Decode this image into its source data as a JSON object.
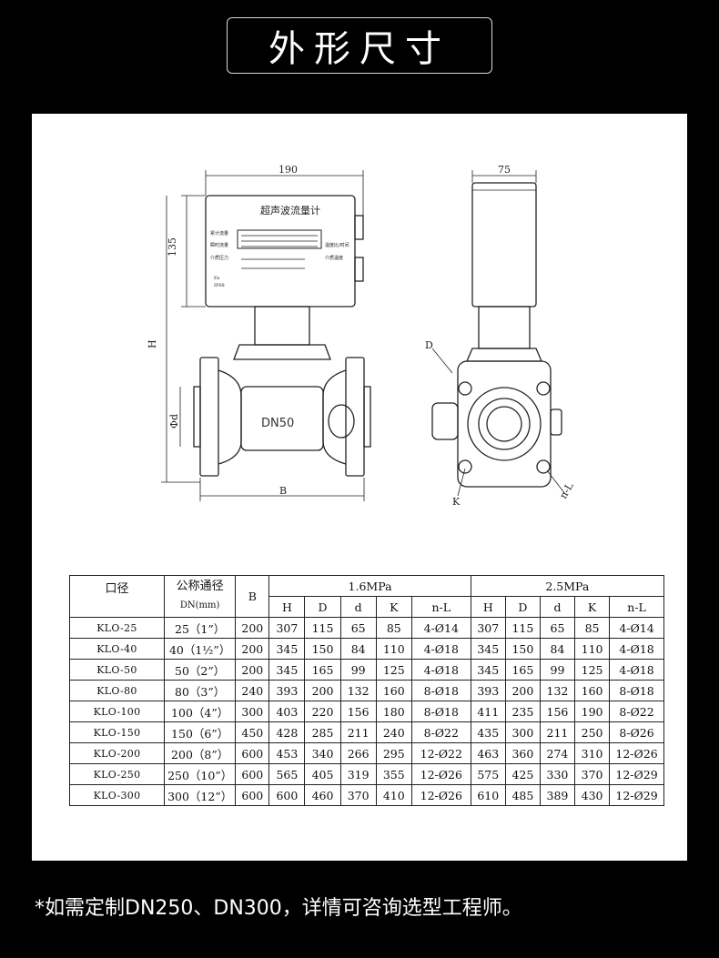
{
  "header": {
    "title": "外形尺寸"
  },
  "drawing": {
    "front": {
      "dim_width": "190",
      "dim_height_head": "135",
      "dim_h": "H",
      "dim_d": "Φd",
      "dim_b": "B",
      "device_title": "超声波流量计",
      "body_marking": "DN50",
      "lcd_label_1": "累计流量",
      "lcd_label_2": "瞬时流量",
      "lcd_label_3": "介质压力",
      "lcd_right_1": "温度比/时间",
      "lcd_right_2": "介质温度",
      "ex_mark": "Ex",
      "ip_mark": "IP68"
    },
    "side": {
      "dim_width": "75",
      "label_d": "D",
      "label_k": "K",
      "label_nl": "n-L"
    }
  },
  "table": {
    "header": {
      "caliber": "口径",
      "nominal_line1": "公称通径",
      "nominal_line2": "DN(mm)",
      "b": "B",
      "pressure_1": "1.6MPa",
      "pressure_2": "2.5MPa",
      "sub": [
        "H",
        "D",
        "d",
        "K",
        "n-L",
        "H",
        "D",
        "d",
        "K",
        "n-L"
      ]
    },
    "rows": [
      [
        "KLO-25",
        "25（1”）",
        "200",
        "307",
        "115",
        "65",
        "85",
        "4-Ø14",
        "307",
        "115",
        "65",
        "85",
        "4-Ø14"
      ],
      [
        "KLO-40",
        "40（1½”）",
        "200",
        "345",
        "150",
        "84",
        "110",
        "4-Ø18",
        "345",
        "150",
        "84",
        "110",
        "4-Ø18"
      ],
      [
        "KLO-50",
        "50（2”）",
        "200",
        "345",
        "165",
        "99",
        "125",
        "4-Ø18",
        "345",
        "165",
        "99",
        "125",
        "4-Ø18"
      ],
      [
        "KLO-80",
        "80（3”）",
        "240",
        "393",
        "200",
        "132",
        "160",
        "8-Ø18",
        "393",
        "200",
        "132",
        "160",
        "8-Ø18"
      ],
      [
        "KLO-100",
        "100（4”）",
        "300",
        "403",
        "220",
        "156",
        "180",
        "8-Ø18",
        "411",
        "235",
        "156",
        "190",
        "8-Ø22"
      ],
      [
        "KLO-150",
        "150（6”）",
        "450",
        "428",
        "285",
        "211",
        "240",
        "8-Ø22",
        "435",
        "300",
        "211",
        "250",
        "8-Ø26"
      ],
      [
        "KLO-200",
        "200（8”）",
        "600",
        "453",
        "340",
        "266",
        "295",
        "12-Ø22",
        "463",
        "360",
        "274",
        "310",
        "12-Ø26"
      ],
      [
        "KLO-250",
        "250（10”）",
        "600",
        "565",
        "405",
        "319",
        "355",
        "12-Ø26",
        "575",
        "425",
        "330",
        "370",
        "12-Ø29"
      ],
      [
        "KLO-300",
        "300（12”）",
        "600",
        "600",
        "460",
        "370",
        "410",
        "12-Ø26",
        "610",
        "485",
        "389",
        "430",
        "12-Ø29"
      ]
    ]
  },
  "footnote": "*如需定制DN250、DN300，详情可咨询选型工程师。"
}
